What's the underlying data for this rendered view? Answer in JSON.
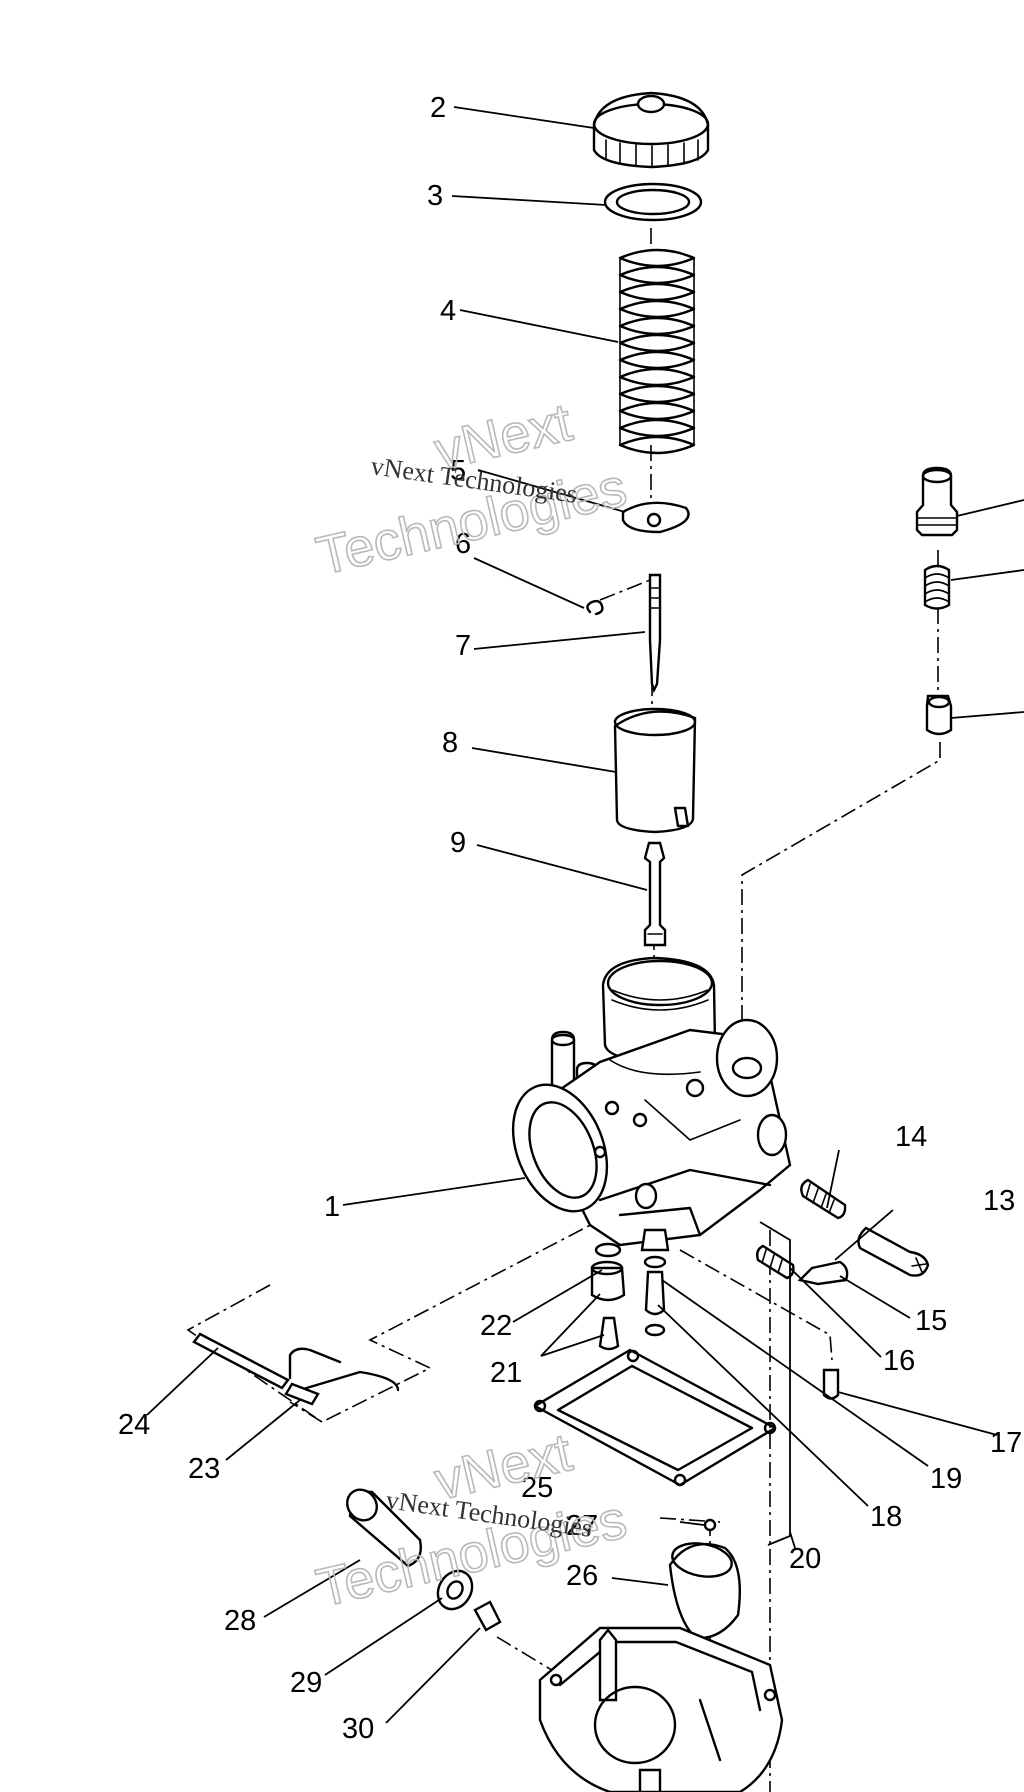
{
  "diagram": {
    "callouts": [
      "1",
      "2",
      "3",
      "4",
      "5",
      "6",
      "7",
      "8",
      "9",
      "13",
      "14",
      "15",
      "16",
      "17",
      "18",
      "19",
      "20",
      "21",
      "22",
      "23",
      "24",
      "25",
      "26",
      "27",
      "28",
      "29",
      "30"
    ]
  },
  "watermarks": [
    {
      "line1": "vNext",
      "line2": "Technologies",
      "caption": "vNext Technologies"
    },
    {
      "line1": "vNext",
      "line2": "Technologies",
      "caption": "vNext Technologies"
    }
  ],
  "colors": {
    "ink": "#000000",
    "background": "#ffffff",
    "watermark_outline": "#b9b9b9"
  }
}
